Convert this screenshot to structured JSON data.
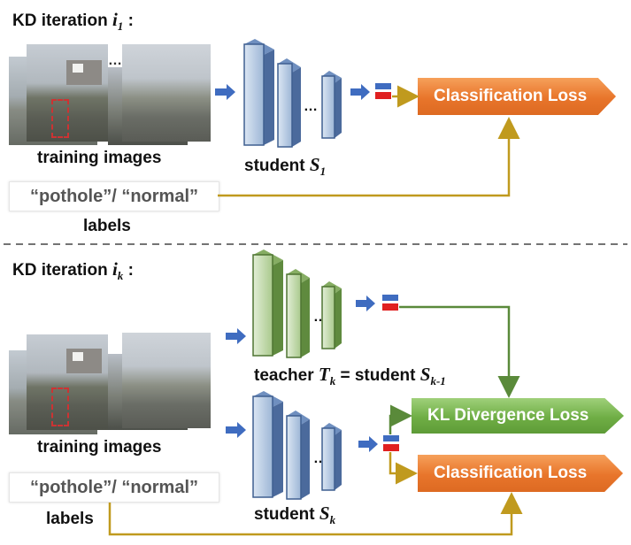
{
  "top": {
    "heading_prefix": "KD iteration ",
    "heading_var": "i",
    "heading_sub": "1",
    "heading_suffix": " :",
    "images_caption": "training images",
    "ellipsis": "…",
    "student_prefix": "student ",
    "student_var": "S",
    "student_sub": "1",
    "labels_text": "“pothole”/ “normal”",
    "labels_caption": "labels",
    "loss": "Classification Loss"
  },
  "bottom": {
    "heading_prefix": "KD iteration ",
    "heading_var": "i",
    "heading_sub": "k",
    "heading_suffix": " :",
    "images_caption": "training images",
    "ellipsis": "…",
    "teacher_prefix": "teacher ",
    "teacher_var": "T",
    "teacher_sub": "k",
    "teacher_eq": " = student ",
    "teacher_var2": "S",
    "teacher_sub2": "k-1",
    "student_prefix": "student ",
    "student_var": "S",
    "student_sub": "k",
    "labels_text": "“pothole”/ “normal”",
    "labels_caption": "labels",
    "kl_loss": "KL Divergence Loss",
    "loss": "Classification Loss"
  },
  "colors": {
    "arrow_blue": "#3f6cc0",
    "arrow_gold": "#c09a1e",
    "arrow_green": "#5a8a3a",
    "student_fill": "#bcd0e8",
    "teacher_fill": "#c6dcb0",
    "loss_orange": "#e8752b",
    "loss_green": "#6fae45"
  }
}
